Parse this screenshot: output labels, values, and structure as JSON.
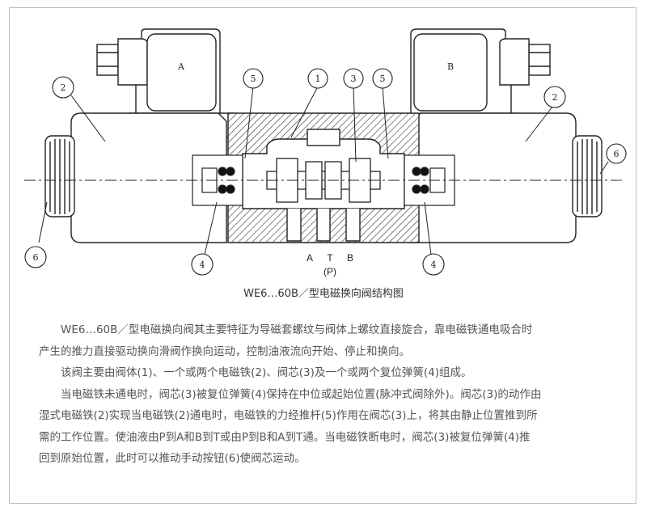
{
  "diagram": {
    "coil_a": "A",
    "coil_b": "B",
    "callouts": [
      "1",
      "2",
      "2",
      "3",
      "4",
      "4",
      "5",
      "5",
      "6",
      "6"
    ],
    "ports": [
      "A",
      "T",
      "B"
    ],
    "port_p": "(P)",
    "caption": "WE6…60B／型电磁换向阀结构图"
  },
  "description": {
    "p1_line1": "WE6…60B／型电磁换向阀其主要特征为导磁套螺纹与阀体上螺纹直接旋合，靠电磁铁通电吸合时",
    "p1_line2": "产生的推力直接驱动换向滑阀作换向运动，控制油液流向开始、停止和换向。",
    "p2": "该阀主要由阀体(1)、一个或两个电磁铁(2)、阀芯(3)及一个或两个复位弹簧(4)组成。",
    "p3_line1": "当电磁铁未通电时，阀芯(3)被复位弹簧(4)保持在中位或起始位置(脉冲式阀除外)。阀芯(3)的动作由",
    "p3_line2": "湿式电磁铁(2)实现当电磁铁(2)通电时，电磁铁的力经推杆(5)作用在阀芯(3)上，将其由静止位置推到所",
    "p3_line3": "需的工作位置。使油液由P到A和B到T或由P到B和A到T通。当电磁铁断电时，阀芯(3)被复位弹簧(4)推",
    "p3_line4": "回到原始位置，此时可以推动手动按钮(6)使阀芯运动。"
  }
}
